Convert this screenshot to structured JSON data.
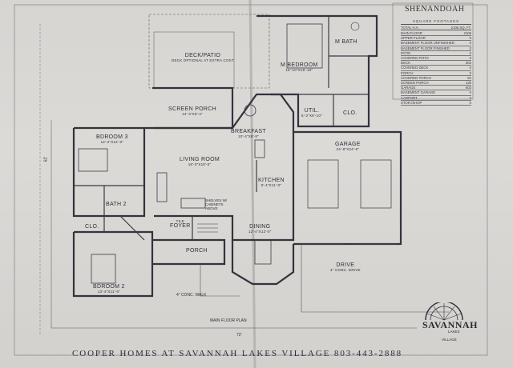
{
  "plan": {
    "title": "SHENANDOAH",
    "sqft": {
      "heading": "SQUARE FOOTAGES",
      "total_label": "TOTAL H.A.",
      "total_value": "2106 SQ. FT.",
      "rows": [
        {
          "label": "MAIN FLOOR",
          "value": "2106"
        },
        {
          "label": "UPPER FLOOR",
          "value": "0"
        },
        {
          "label": "BASEMENT FLOOR UNFINISHED",
          "value": "0"
        },
        {
          "label": "BASEMENT FLOOR FINISHED",
          "value": "0"
        },
        {
          "label": "PATIO",
          "value": "0"
        },
        {
          "label": "COVERED PATIO",
          "value": "0"
        },
        {
          "label": "DECK",
          "value": "302"
        },
        {
          "label": "COVERED DECK",
          "value": "0"
        },
        {
          "label": "PORCH",
          "value": "0"
        },
        {
          "label": "COVERED PORCH",
          "value": "84"
        },
        {
          "label": "SCREEN PORCH",
          "value": "135"
        },
        {
          "label": "GARAGE",
          "value": "603"
        },
        {
          "label": "BASEMENT GARAGE",
          "value": "0"
        },
        {
          "label": "CARPORT",
          "value": "0"
        },
        {
          "label": "STOR./SHOP",
          "value": "0"
        }
      ]
    },
    "rooms": {
      "deck": {
        "name": "DECK/PATIO",
        "note": "DECK OPTIONAL AT EXTRA COST"
      },
      "master_bedroom": {
        "name": "M BEDROOM",
        "dims": "15'-10\"X15'-10\""
      },
      "master_bath": {
        "name": "M BATH"
      },
      "screen_porch": {
        "name": "SCREEN PORCH",
        "dims": "14'-3\"X9'-4\""
      },
      "breakfast": {
        "name": "BREAKFAST",
        "dims": "10'-4\"X8'-8\""
      },
      "utility": {
        "name": "UTIL.",
        "dims": "6'-2\"X8'-10\""
      },
      "closet_master": {
        "name": "CLO."
      },
      "bedroom3": {
        "name": "BDROOM 3",
        "dims": "14'-2\"X12'-0\""
      },
      "living_room": {
        "name": "LIVING ROOM",
        "dims": "18'-0\"X18'-0\""
      },
      "kitchen": {
        "name": "KITCHEN",
        "dims": "9'-4\"X11'-0\""
      },
      "garage": {
        "name": "GARAGE",
        "dims": "24'-8\"X24'-0\""
      },
      "bath2": {
        "name": "BATH 2"
      },
      "closet_bath": {
        "name": "CLO."
      },
      "tile_foyer": {
        "name": "FOYER",
        "note": "TILE"
      },
      "shelves": {
        "text": "SHELVES W/ CABINETS ABOVE"
      },
      "dining": {
        "name": "DINING",
        "dims": "12'-4\"X12'-0\""
      },
      "porch": {
        "name": "PORCH"
      },
      "bedroom2": {
        "name": "BDROOM 2",
        "dims": "13'-4\"X11'-0\""
      },
      "drive": {
        "name": "DRIVE",
        "note": "4\" CONC. DRIVE"
      }
    },
    "walk_label": "4\" CONC. WALK",
    "caption": "MAIN FLOOR PLAN",
    "dimension_left": "62'",
    "dimension_bottom": "72'",
    "footer": "COOPER HOMES AT SAVANNAH LAKES VILLAGE  803-443-2888",
    "logo": {
      "line1": "SAVANNAH",
      "line2": "LAKES",
      "line3": "VILLAGE"
    },
    "colors": {
      "ink": "#2f2f3a",
      "paper": "#d8d6d3",
      "wall": "#3a3a44"
    }
  }
}
